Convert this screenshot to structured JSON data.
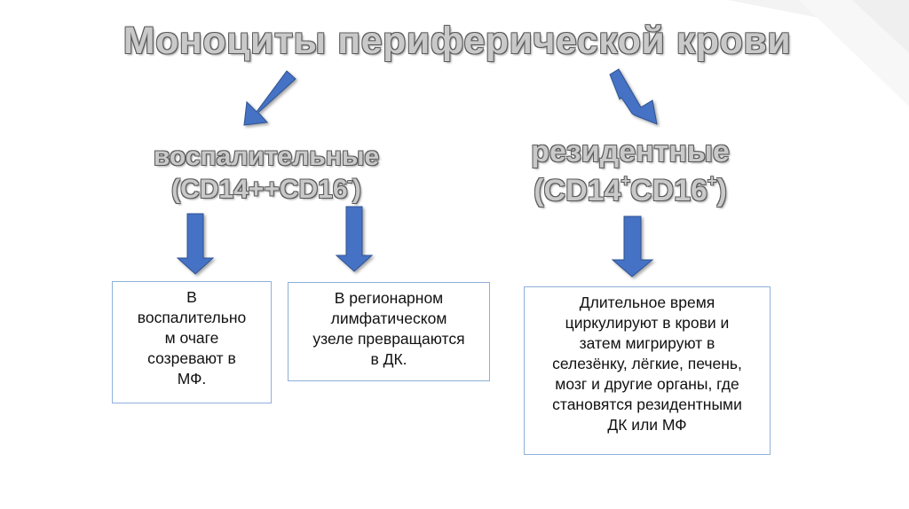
{
  "title": "Моноциты периферической крови",
  "categories": {
    "inflammatory": {
      "name": "воспалительные",
      "marker_open": "(CD14++CD16",
      "marker_sup": "-",
      "marker_close": ")"
    },
    "resident": {
      "name": "резидентные",
      "marker_open": "(CD14",
      "marker_sup1": "+",
      "marker_mid": "CD16",
      "marker_sup2": "+",
      "marker_close": ")"
    }
  },
  "boxes": {
    "inflammatory_site": {
      "lines": [
        "В",
        "воспалительно",
        "м очаге",
        "созревают в",
        "МФ."
      ]
    },
    "lymph_node": {
      "lines": [
        "В регионарном",
        "лимфатическом",
        "узеле превращаются",
        "в ДК."
      ]
    },
    "resident_fate": {
      "lines": [
        "Длительное время",
        "циркулируют в крови и",
        "затем мигрируют в",
        "селезёнку, лёгкие, печень,",
        "мозг и другие органы, где",
        "становятся резидентными",
        "ДК или МФ"
      ]
    }
  },
  "colors": {
    "arrow_fill": "#4472c4",
    "arrow_stroke": "#2f528f",
    "box_border": "#8fb0d8",
    "engraved_text": "#c9c9c9"
  }
}
